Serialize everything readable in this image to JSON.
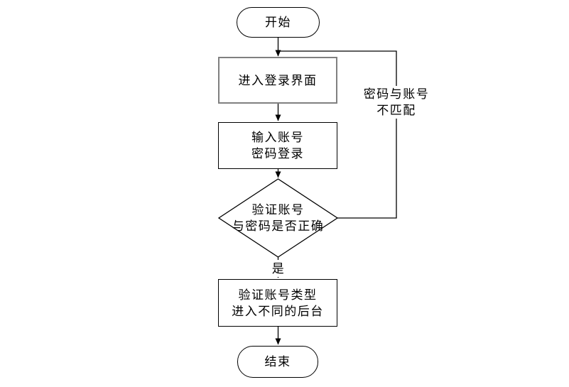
{
  "diagram": {
    "nodes": {
      "start": {
        "label": "开始",
        "shape": "terminator"
      },
      "enter_login": {
        "label": "进入登录界面",
        "shape": "process"
      },
      "input_credentials": {
        "line1": "输入账号",
        "line2": "密码登录",
        "shape": "process"
      },
      "verify_decision": {
        "line1": "验证账号",
        "line2": "与密码是否正确",
        "shape": "decision"
      },
      "verify_type": {
        "line1": "验证账号类型",
        "line2": "进入不同的后台",
        "shape": "process"
      },
      "end": {
        "label": "结束",
        "shape": "terminator"
      }
    },
    "edge_labels": {
      "yes": "是",
      "mismatch_line1": "密码与账号",
      "mismatch_line2": "不匹配"
    },
    "edges": [
      {
        "from": "start",
        "to": "enter_login",
        "label": ""
      },
      {
        "from": "enter_login",
        "to": "input_credentials",
        "label": ""
      },
      {
        "from": "input_credentials",
        "to": "verify_decision",
        "label": ""
      },
      {
        "from": "verify_decision",
        "to": "verify_type",
        "label": "是"
      },
      {
        "from": "verify_decision",
        "to": "enter_login",
        "label": "密码与账号不匹配"
      },
      {
        "from": "verify_type",
        "to": "end",
        "label": ""
      }
    ],
    "colors": {
      "background": "#ffffff",
      "line": "#000000",
      "process_gray_border": "#808080",
      "shape_border": "#000000",
      "text": "#000000"
    }
  }
}
